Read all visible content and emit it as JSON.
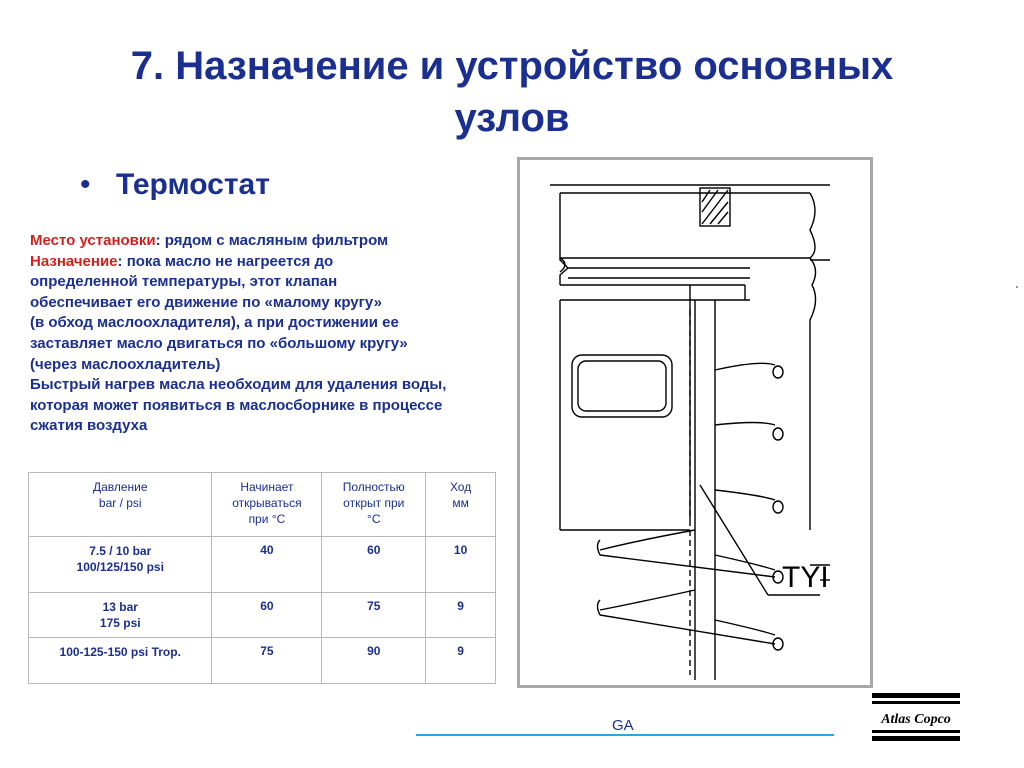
{
  "title": {
    "line1": "7. Назначение и устройство основных",
    "line2": "узлов"
  },
  "bullet": {
    "glyph": "•",
    "text": "Термостат"
  },
  "description": {
    "location_label": "Место установки",
    "location_text": ": рядом с масляным фильтром",
    "purpose_label": "Назначение",
    "purpose_lines": [
      ": пока масло не нагреется до",
      "определенной температуры, этот клапан",
      "обеспечивает его движение по «малому кругу»",
      "(в обход маслоохладителя), а при достижении ее",
      "заставляет масло двигаться по «большому кругу»",
      "(через маслоохладитель)",
      "Быстрый нагрев масла необходим для удаления воды,",
      "которая может появиться в маслосборнике в процессе",
      "сжатия воздуха"
    ]
  },
  "table": {
    "headers": [
      [
        "Давление",
        "bar / psi"
      ],
      [
        "Начинает",
        "открываться",
        "при °C"
      ],
      [
        "Полностью",
        "открыт при",
        "°C"
      ],
      [
        "Ход",
        "мм"
      ]
    ],
    "rows": [
      {
        "pressure": [
          "7.5 / 10 bar",
          "100/125/150 psi"
        ],
        "start": "40",
        "full": "60",
        "stroke": "10"
      },
      {
        "pressure": [
          "13 bar",
          "175 psi"
        ],
        "start": "60",
        "full": "75",
        "stroke": "9"
      },
      {
        "pressure": [
          "100-125-150 psi Trop."
        ],
        "start": "75",
        "full": "90",
        "stroke": "9"
      }
    ]
  },
  "diagram": {
    "label": "TYI"
  },
  "footer": {
    "text": "GA",
    "logo_text": "Atlas Copco"
  },
  "colors": {
    "title": "#1a2f8f",
    "accent_red": "#d02020",
    "footer_line": "#29a8e0",
    "frame": "#a8a8a8"
  }
}
